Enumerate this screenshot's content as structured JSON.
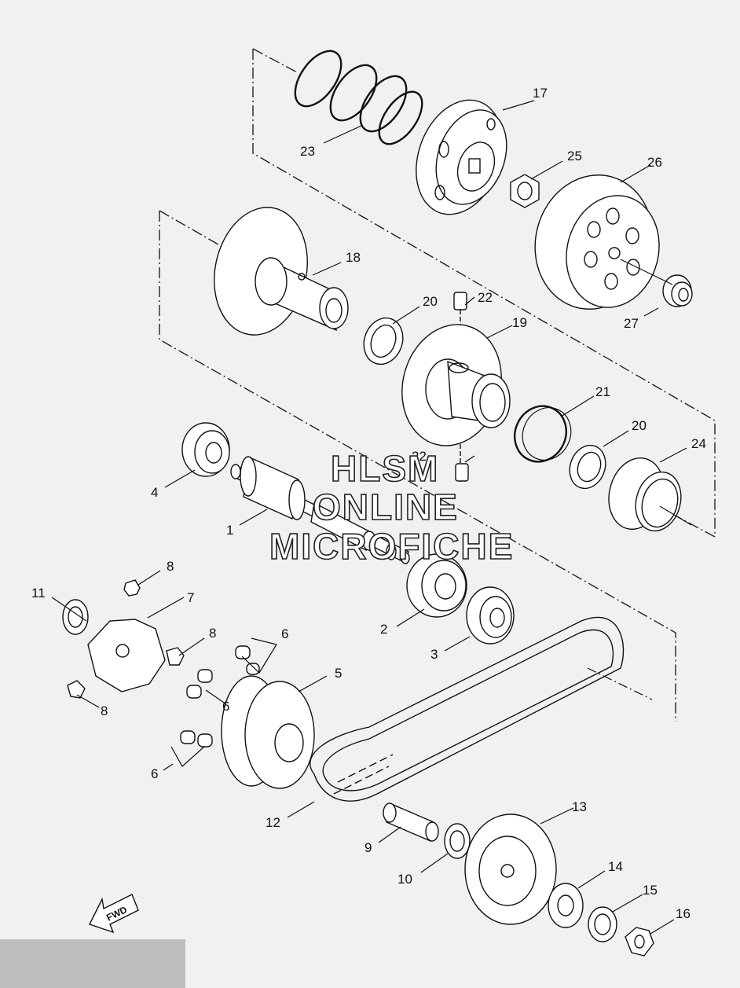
{
  "watermark": {
    "line1": "HLSM",
    "line2": "ONLINE",
    "line3": "MICROFICHE"
  },
  "fwd_arrow": {
    "label": "FWD"
  },
  "callouts": [
    {
      "id": "1",
      "text": "1"
    },
    {
      "id": "2",
      "text": "2"
    },
    {
      "id": "3",
      "text": "3"
    },
    {
      "id": "4",
      "text": "4"
    },
    {
      "id": "5",
      "text": "5"
    },
    {
      "id": "6a",
      "text": "6"
    },
    {
      "id": "6b",
      "text": "6"
    },
    {
      "id": "6c",
      "text": "6"
    },
    {
      "id": "7",
      "text": "7"
    },
    {
      "id": "8a",
      "text": "8"
    },
    {
      "id": "8b",
      "text": "8"
    },
    {
      "id": "8c",
      "text": "8"
    },
    {
      "id": "9",
      "text": "9"
    },
    {
      "id": "10",
      "text": "10"
    },
    {
      "id": "11",
      "text": "11"
    },
    {
      "id": "12",
      "text": "12"
    },
    {
      "id": "13",
      "text": "13"
    },
    {
      "id": "14",
      "text": "14"
    },
    {
      "id": "15",
      "text": "15"
    },
    {
      "id": "16",
      "text": "16"
    },
    {
      "id": "17",
      "text": "17"
    },
    {
      "id": "18",
      "text": "18"
    },
    {
      "id": "19",
      "text": "19"
    },
    {
      "id": "20a",
      "text": "20"
    },
    {
      "id": "20b",
      "text": "20"
    },
    {
      "id": "21",
      "text": "21"
    },
    {
      "id": "22a",
      "text": "22"
    },
    {
      "id": "22b",
      "text": "22"
    },
    {
      "id": "23",
      "text": "23"
    },
    {
      "id": "24",
      "text": "24"
    },
    {
      "id": "25",
      "text": "25"
    },
    {
      "id": "26",
      "text": "26"
    },
    {
      "id": "27",
      "text": "27"
    }
  ]
}
